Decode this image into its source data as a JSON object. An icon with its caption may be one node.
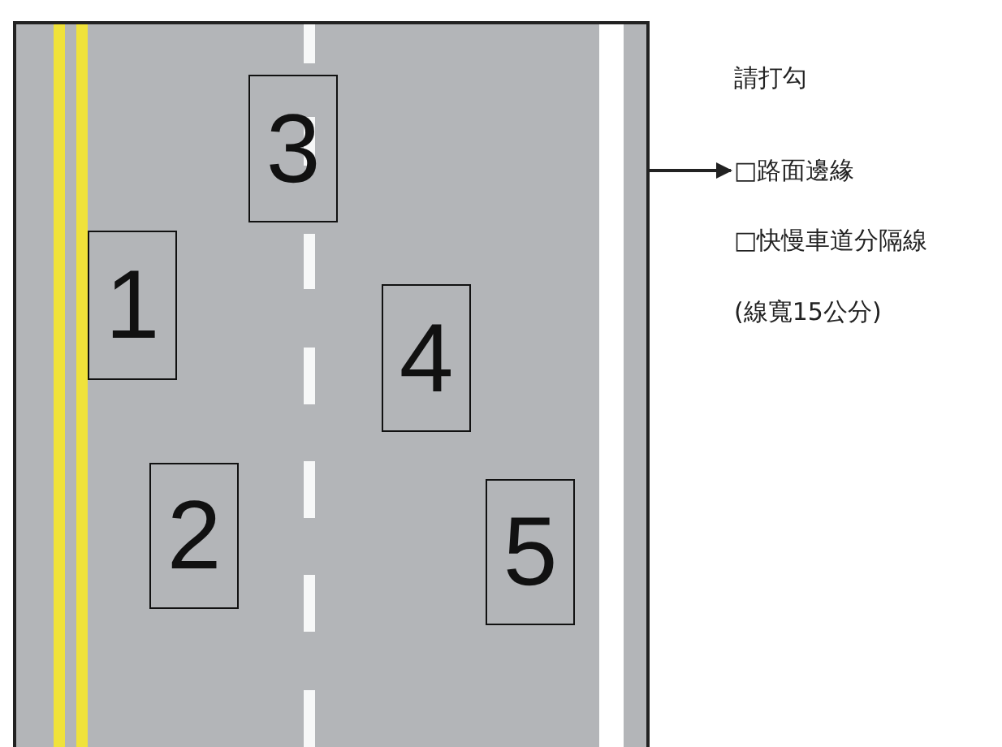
{
  "diagram": {
    "nodes": [
      {
        "text": [],
        "shape": "picture"
      },
      {
        "text": [
          "1"
        ],
        "in": 0
      },
      {
        "text": [
          "2"
        ],
        "in": 0
      },
      {
        "text": [
          "3"
        ],
        "in": 0
      },
      {
        "text": [
          "4"
        ],
        "in": 0
      },
      {
        "text": [
          "5"
        ],
        "in": 0
      },
      {
        "text": [
          "□路面邊緣"
        ]
      }
    ],
    "edges": [
      {
        "from": 0,
        "to": 6,
        "arrow": "to"
      }
    ],
    "labels": [
      "請打勾",
      "□快慢車道分隔線",
      "(線寬15公分)"
    ]
  }
}
